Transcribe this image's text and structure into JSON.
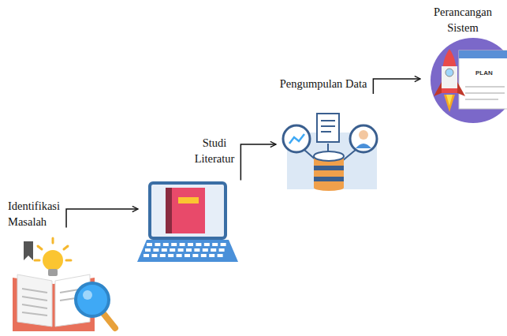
{
  "diagram": {
    "nodes": [
      {
        "text": [
          "Identifikasi Masalah"
        ]
      },
      {
        "text": [
          "Studi Literatur"
        ]
      },
      {
        "text": [
          "Pengumpulan Data"
        ]
      },
      {
        "text": [
          "Perancangan Sistem"
        ]
      }
    ],
    "edges": [
      {
        "from": 0,
        "to": 1,
        "arrow": "to"
      },
      {
        "from": 1,
        "to": 2,
        "arrow": "to"
      },
      {
        "from": 2,
        "to": 3,
        "arrow": "to"
      }
    ],
    "labels": [
      "PLAN"
    ]
  }
}
